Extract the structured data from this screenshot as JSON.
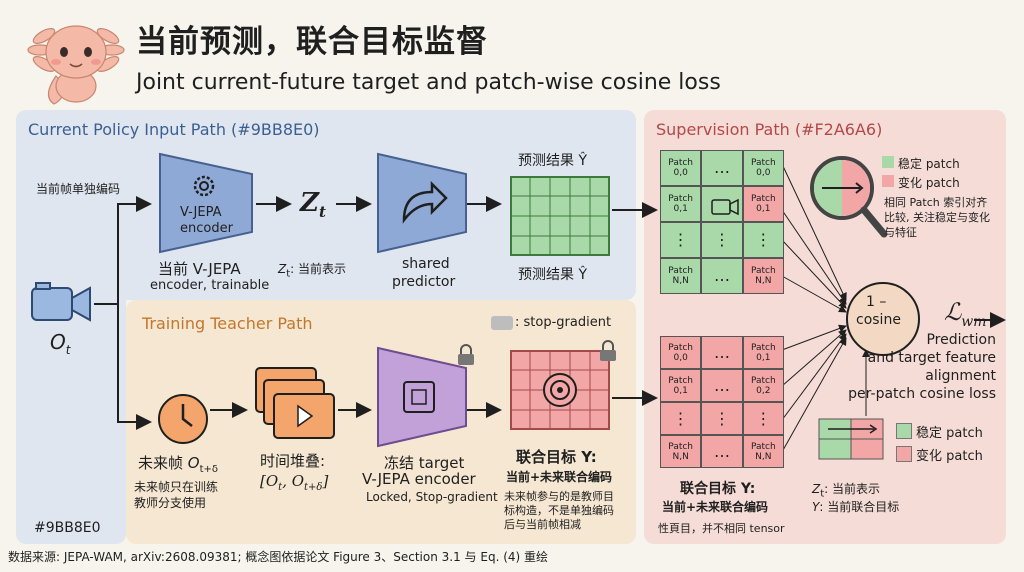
{
  "header": {
    "title_cn": "当前预测，联合目标监督",
    "title_en": "Joint current-future target and patch-wise cosine loss"
  },
  "panels": {
    "current": {
      "title": "Current Policy Input Path (#9BB8E0)",
      "color": "#9BB8E0",
      "corner_label": "#9BB8E0"
    },
    "teacher": {
      "title": "Training Teacher Path",
      "stop_gradient_label": ": stop-gradient"
    },
    "supervision": {
      "title": "Supervision Path (#F2A6A6)",
      "color": "#F2A6A6"
    }
  },
  "input": {
    "label_cn": "当前帧单独编码",
    "frame_symbol": "O",
    "frame_sub": "t"
  },
  "encoder": {
    "name": "V-JEPA",
    "name2": "encoder",
    "caption_cn": "当前 V-JEPA",
    "caption_en": "encoder, trainable"
  },
  "latent": {
    "symbol": "Z",
    "sub": "t",
    "caption_sym": "Z",
    "caption_sub": "t",
    "caption_text": ": 当前表示"
  },
  "predictor": {
    "caption1": "shared",
    "caption2": "predictor"
  },
  "prediction": {
    "label_top": "预测结果 Ŷ",
    "label_bottom": "预测结果 Ŷ"
  },
  "future": {
    "label_cn": "未来帧 ",
    "symbol": "O",
    "sub": "t+δ",
    "note1": "未来帧只在训练",
    "note2": "教师分支使用"
  },
  "stack": {
    "label_cn": "时间堆叠:",
    "formula": "[O",
    "formula_sub1": "t",
    "formula_mid": ", O",
    "formula_sub2": "t+δ",
    "formula_end": "]"
  },
  "frozen": {
    "label1": "冻结 target",
    "label2": "V-JEPA encoder",
    "label3": "Locked, Stop-gradient"
  },
  "joint_target": {
    "label": "联合目标 Y:",
    "sub": "当前+未来联合编码",
    "note1": "未来帧参与的是教师目",
    "note2": "标构造，不是单独编码",
    "note3": "后与当前帧相减"
  },
  "grids": {
    "pred_grid": {
      "cells": [
        [
          "Patch\n0,0",
          "…",
          "Patch\n0,0"
        ],
        [
          "Patch\n0,1",
          "",
          "Patch\n0,1"
        ],
        [
          "⋮",
          "⋮",
          "⋮"
        ],
        [
          "Patch\nN,N",
          "…",
          "Patch\nN,N"
        ]
      ]
    },
    "target_grid": {
      "cells": [
        [
          "Patch\n0,0",
          "…",
          "Patch\n0,1"
        ],
        [
          "Patch\n0,1",
          "…",
          "Patch\n0,2"
        ],
        [
          "⋮",
          "⋮",
          "⋮"
        ],
        [
          "Patch\nN,N",
          "…",
          "Patch\nN,N"
        ]
      ],
      "label": "联合目标 Y:",
      "sub": "当前+未来联合编码",
      "note": "性頁目，并不相同 tensor"
    }
  },
  "legend": {
    "stable": "稳定 patch",
    "changing": "变化 patch",
    "note1": "相同 Patch 索引对齐",
    "note2": "比较, 关注稳定与变化",
    "note3": "与特征",
    "stable_color": "#A9D8A9",
    "changing_color": "#F2A6A6"
  },
  "loss": {
    "node1": "1 –",
    "node2": "cosine",
    "symbol": "ℒ",
    "sub": "wm",
    "desc1": "Prediction",
    "desc2": "and target feature",
    "desc3": "alignment",
    "desc4": "per-patch cosine loss"
  },
  "legend2": {
    "stable": "稳定 patch",
    "changing": "变化 patch"
  },
  "notation": {
    "z_sym": "Z",
    "z_sub": "t",
    "z_text": ": 当前表示",
    "y_sym": "Y",
    "y_text": ": 当前联合目标"
  },
  "footer": "数据来源: JEPA-WAM, arXiv:2608.09381; 概念图依据论文 Figure 3、Section 3.1 与 Eq. (4) 重绘"
}
